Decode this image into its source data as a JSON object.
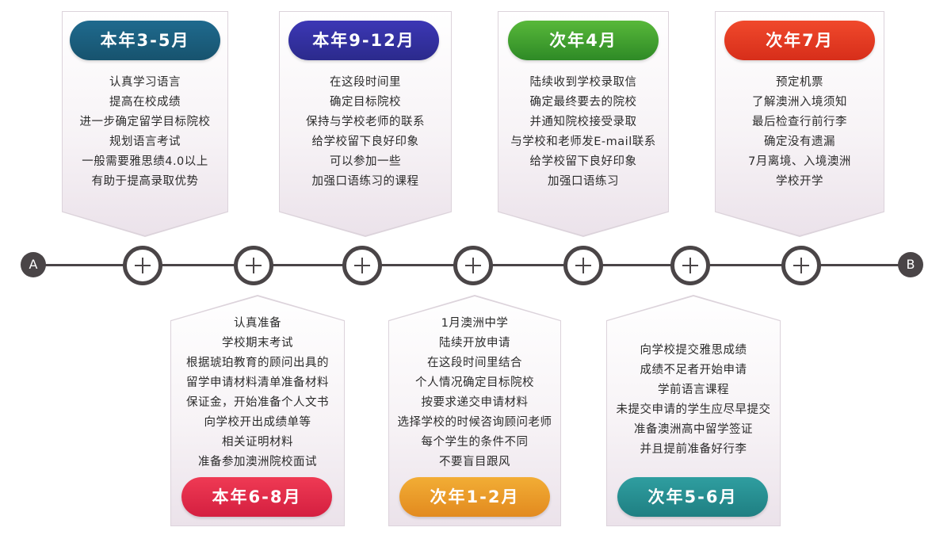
{
  "colors": {
    "axis": "#4a4547",
    "p1": [
      "#1f6a8e",
      "#17536e"
    ],
    "p2": [
      "#3c37b5",
      "#2b2a8c"
    ],
    "p3": [
      "#58b83a",
      "#2e8a26"
    ],
    "p4": [
      "#f0492c",
      "#d72e1a"
    ],
    "p5": [
      "#ef3a54",
      "#d41f40"
    ],
    "p6": [
      "#f2ad35",
      "#e28a1f"
    ],
    "p7": [
      "#2f9ea0",
      "#1f7f82"
    ]
  },
  "axis": {
    "start_label": "A",
    "end_label": "B"
  },
  "top": [
    {
      "label": "本年3-5月",
      "lines": [
        "认真学习语言",
        "提高在校成绩",
        "进一步确定留学目标院校",
        "规划语言考试",
        "一般需要雅思绩4.0以上",
        "有助于提高录取优势"
      ]
    },
    {
      "label": "本年9-12月",
      "lines": [
        "在这段时间里",
        "确定目标院校",
        "保持与学校老师的联系",
        "给学校留下良好印象",
        "可以参加一些",
        "加强口语练习的课程"
      ]
    },
    {
      "label": "次年4月",
      "lines": [
        "陆续收到学校录取信",
        "确定最终要去的院校",
        "并通知院校接受录取",
        "与学校和老师发E-mail联系",
        "给学校留下良好印象",
        "加强口语练习"
      ]
    },
    {
      "label": "次年7月",
      "lines": [
        "预定机票",
        "了解澳洲入境须知",
        "最后检查行前行李",
        "确定没有遗漏",
        "7月离境、入境澳洲",
        "学校开学"
      ]
    }
  ],
  "bottom": [
    {
      "label": "本年6-8月",
      "lines": [
        "认真准备",
        "学校期末考试",
        "根据琥珀教育的顾问出具的",
        "留学申请材料清单准备材料",
        "保证金，开始准备个人文书",
        "向学校开出成绩单等",
        "相关证明材料",
        "准备参加澳洲院校面试"
      ]
    },
    {
      "label": "次年1-2月",
      "lines": [
        "1月澳洲中学",
        "陆续开放申请",
        "在这段时间里结合",
        "个人情况确定目标院校",
        "按要求递交申请材料",
        "选择学校的时候咨询顾问老师",
        "每个学生的条件不同",
        "不要盲目跟风"
      ]
    },
    {
      "label": "次年5-6月",
      "lines": [
        "向学校提交雅思成绩",
        "成绩不足者开始申请",
        "学前语言课程",
        "未提交申请的学生应尽早提交",
        "准备澳洲高中留学签证",
        "并且提前准备好行李"
      ]
    }
  ]
}
